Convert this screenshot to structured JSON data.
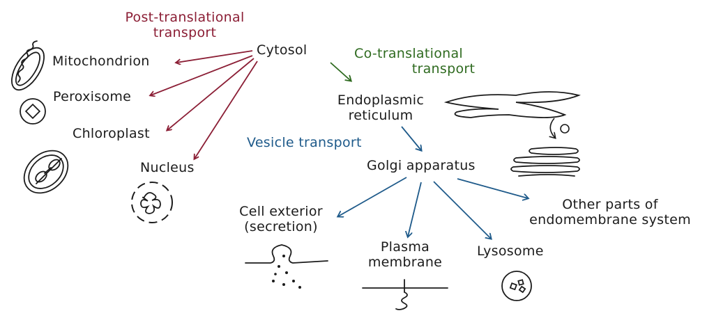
{
  "colors": {
    "post_translational": "#8b1e35",
    "co_translational": "#2e6a1f",
    "vesicle": "#1e5a8a",
    "ink": "#1b1b1b"
  },
  "labels": {
    "post_translational_line1": "Post-translational",
    "post_translational_line2": "transport",
    "cytosol": "Cytosol",
    "co_translational_line1": "Co-translational",
    "co_translational_line2": "transport",
    "mitochondrion": "Mitochondrion",
    "peroxisome": "Peroxisome",
    "chloroplast": "Chloroplast",
    "nucleus": "Nucleus",
    "er_line1": "Endoplasmic",
    "er_line2": "reticulum",
    "vesicle_transport": "Vesicle transport",
    "golgi": "Golgi apparatus",
    "cell_exterior_line1": "Cell exterior",
    "cell_exterior_line2": "(secretion)",
    "plasma_line1": "Plasma",
    "plasma_line2": "membrane",
    "lysosome": "Lysosome",
    "other_line1": "Other parts of",
    "other_line2": "endomembrane system"
  },
  "icons": [
    "mitochondrion-icon",
    "peroxisome-icon",
    "chloroplast-icon",
    "nucleus-icon",
    "endoplasmic-reticulum-icon",
    "golgi-icon",
    "secretion-icon",
    "plasma-membrane-protein-icon",
    "lysosome-icon"
  ]
}
